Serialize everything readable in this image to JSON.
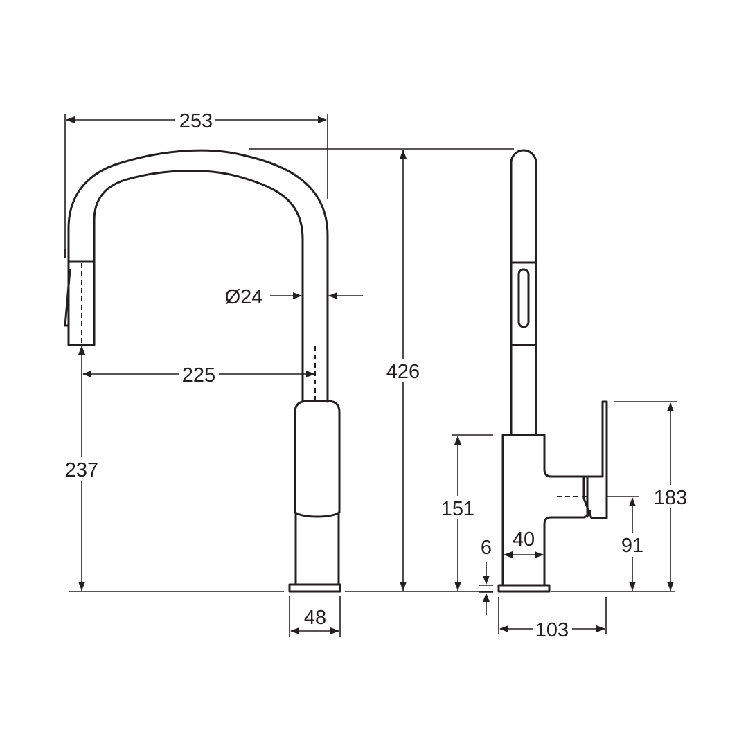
{
  "drawing": {
    "title": "Pull-out kitchen mixer dimension drawing",
    "units": "mm",
    "line_color": "#231f20",
    "background": "#ffffff"
  },
  "front_view": {
    "dimensions": {
      "spout_overall_width": "253",
      "spout_diameter": "Ø24",
      "spout_reach": "225",
      "spout_outlet_height": "237",
      "base_diameter": "48"
    }
  },
  "side_view": {
    "dimensions": {
      "overall_height": "426",
      "body_height": "151",
      "body_width": "40",
      "base_plate_thickness": "6",
      "lever_axis_height": "91",
      "lever_top_height": "183",
      "overall_depth": "103"
    }
  }
}
